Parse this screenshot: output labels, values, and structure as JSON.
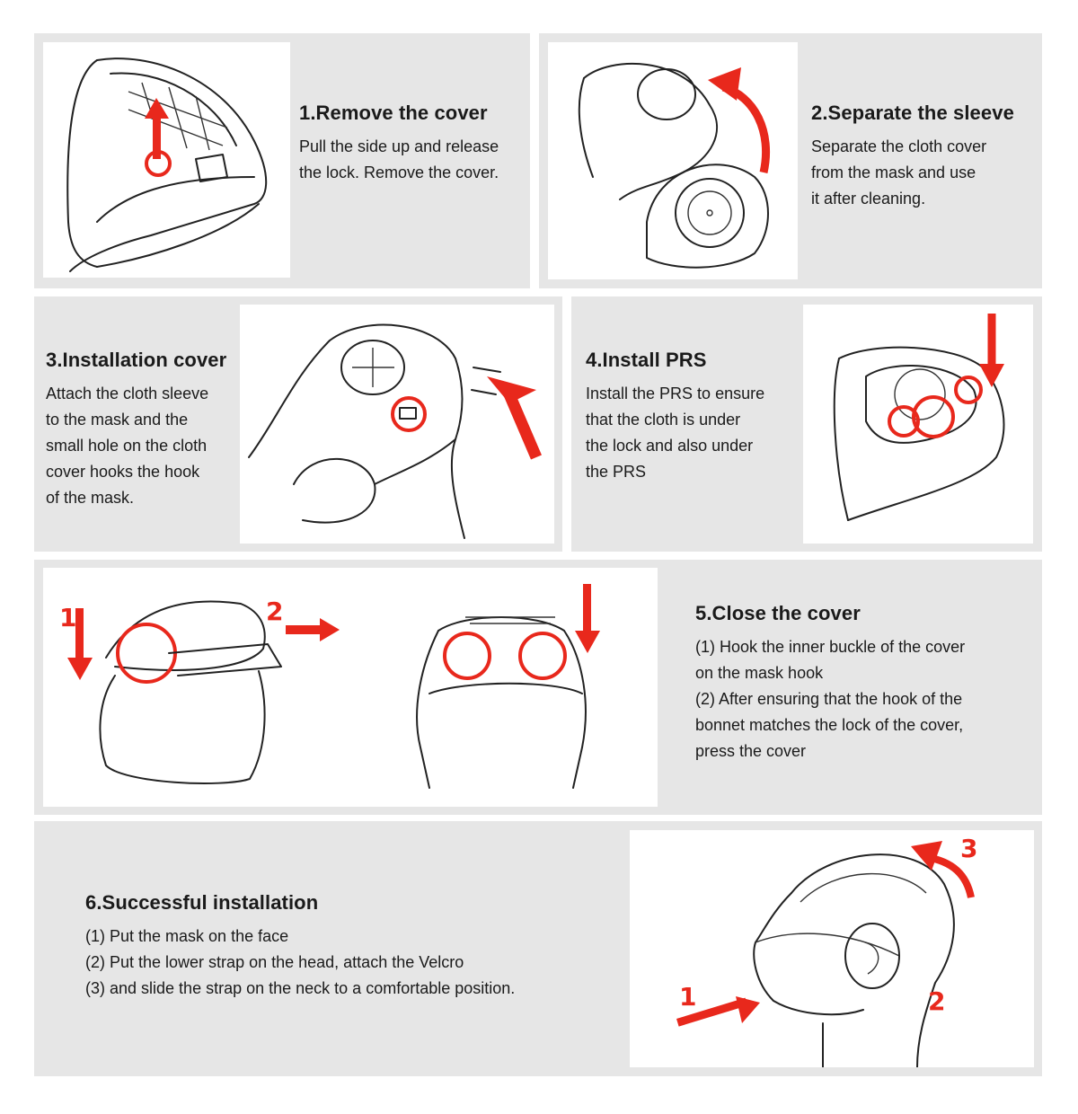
{
  "steps": [
    {
      "title": "1.Remove the cover",
      "lines": [
        "Pull the side up and release",
        "the lock. Remove the cover."
      ]
    },
    {
      "title": "2.Separate the sleeve",
      "lines": [
        "Separate the cloth cover",
        "from the mask and use",
        "it after cleaning."
      ]
    },
    {
      "title": "3.Installation cover",
      "lines": [
        "Attach the cloth sleeve",
        "to the mask and the",
        "small hole on the cloth",
        "cover hooks the hook",
        "of the mask."
      ]
    },
    {
      "title": "4.Install PRS",
      "lines": [
        "Install the PRS to ensure",
        "that the cloth is under",
        "the lock and also under",
        "the PRS"
      ]
    },
    {
      "title": "5.Close the cover",
      "lines": [
        "(1) Hook the inner buckle of the cover",
        "on the mask hook",
        "(2) After ensuring that the hook of the",
        "bonnet matches the lock of the cover,",
        "press the cover"
      ]
    },
    {
      "title": "6.Successful installation",
      "lines": [
        "(1) Put the mask on the face",
        "(2) Put the lower strap on the head, attach the Velcro",
        "(3) and slide the strap on the neck to a comfortable position."
      ]
    }
  ],
  "figure_labels": {
    "step5_arrow_1": "1",
    "step5_arrow_2": "2",
    "step6_arrow_1": "1",
    "step6_arrow_2": "2",
    "step6_arrow_3": "3"
  },
  "colors": {
    "panel_bg": "#e6e6e6",
    "accent_red": "#e8281c",
    "text": "#1a1a1a"
  }
}
